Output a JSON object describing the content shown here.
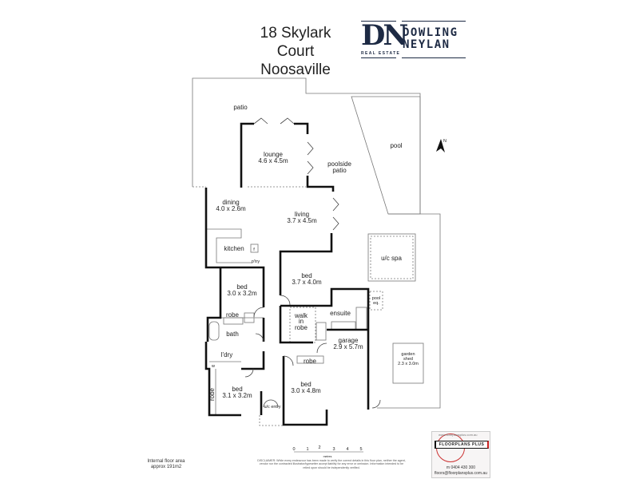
{
  "header": {
    "address_line1": "18 Skylark Court",
    "address_line2": "Noosaville"
  },
  "agency_logo": {
    "monogram": "DN",
    "tagline": "REAL ESTATE",
    "name_line1": "DOWLING",
    "name_line2": "NEYLAN",
    "brand_color": "#1d2a44"
  },
  "rooms": {
    "patio": "patio",
    "pool": "pool",
    "lounge": {
      "name": "lounge",
      "size": "4.6 x 4.5m"
    },
    "poolside_patio": {
      "line1": "poolside",
      "line2": "patio"
    },
    "dining": {
      "name": "dining",
      "size": "4.0 x 2.6m"
    },
    "living": {
      "name": "living",
      "size": "3.7 x 4.5m"
    },
    "kitchen": "kitchen",
    "fridge": "f",
    "pantry": "p'try",
    "spa": "u/c spa",
    "bed1": {
      "name": "bed",
      "size": "3.7 x 4.0m"
    },
    "bed2": {
      "name": "bed",
      "size": "3.0 x 3.2m"
    },
    "robe_bath": "robe",
    "bath": "bath",
    "walk_in_robe": {
      "line1": "walk",
      "line2": "in",
      "line3": "robe"
    },
    "ensuite": "ensuite",
    "pool_eq": {
      "line1": "pool",
      "line2": "eq."
    },
    "garage": {
      "name": "garage",
      "size": "2.9 x 5.7m"
    },
    "garden_shed": {
      "line1": "garden",
      "line2": "shed",
      "size": "2.3 x 3.0m"
    },
    "laundry": "l'dry",
    "washer": "w",
    "bed3": {
      "name": "bed",
      "size": "3.1 x 3.2m"
    },
    "robe_bed3": "robe",
    "bed4": {
      "name": "bed",
      "size": "3.0 x 4.8m"
    },
    "robe_bed4": "robe",
    "entry": "u/c entry"
  },
  "compass": {
    "label": "N"
  },
  "scale_bar": {
    "ticks": [
      "0",
      "1",
      "2",
      "3",
      "4",
      "5"
    ],
    "unit": "metres"
  },
  "footer": {
    "area_line1": "Internal floor area",
    "area_line2": "approx 191m2",
    "disclaimer": "DISCLAIMER: While every endeavour has been made to verify the correct details in this floor plan, neither the agent, vendor nor the contracted illustrator/typesetter accept liability for any error or omission. Information intended to be relied upon should be independently verified."
  },
  "illustrator_logo": {
    "website": "www.floorplansplus.com.au",
    "name": "FLOORPLANS PLUS",
    "phone": "m 0404 430 300",
    "email": "floors@floorplansplus.com.au",
    "accent_color": "#cc2222"
  }
}
